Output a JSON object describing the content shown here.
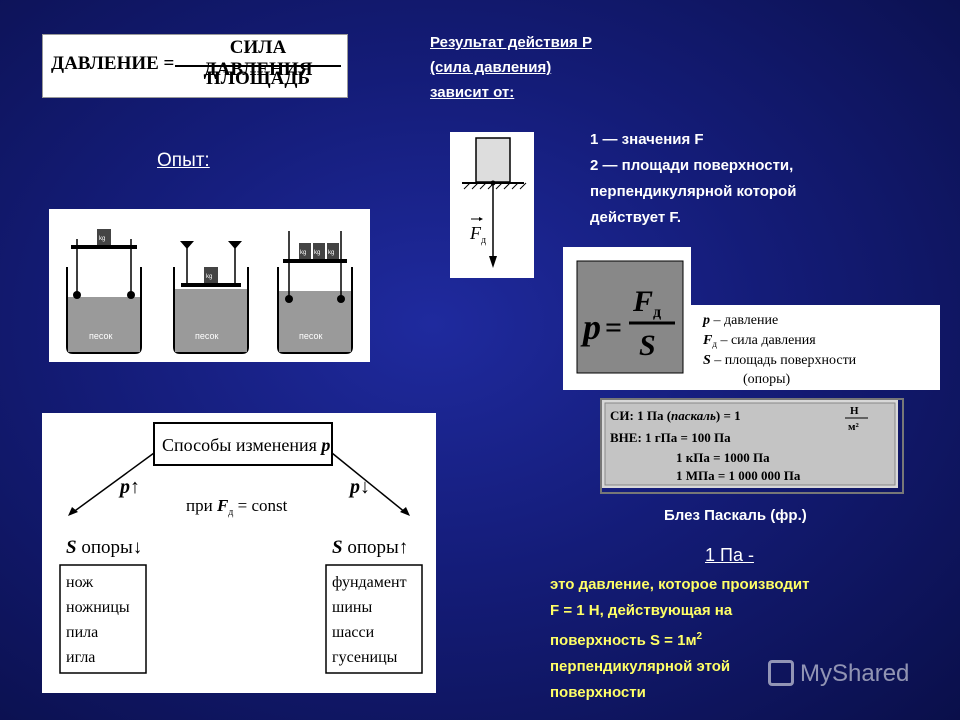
{
  "formula_words": {
    "lhs": "ДАВЛЕНИЕ =",
    "numerator": "СИЛА ДАВЛЕНИЯ",
    "denominator": "ПЛОЩАДЬ"
  },
  "result": {
    "line1": "Результат действия P",
    "line2": "(сила давления)",
    "line3": "зависит от:"
  },
  "experiment_label": "Опыт:",
  "experiment_fig": {
    "weight_label": "kg",
    "sand_label": "песок"
  },
  "weight_fig": {
    "force_label": "F",
    "force_sub": "д"
  },
  "depends": {
    "item1": "1 — значения F",
    "item2": "2 — площади поверхности,",
    "item3": "перпендикулярной которой",
    "item4": "действует F."
  },
  "pressure_formula": {
    "p": "p",
    "eq": "=",
    "F": "F",
    "F_sub": "д",
    "S": "S",
    "legend": [
      {
        "sym": "p",
        "sub": "",
        "text": " – давление"
      },
      {
        "sym": "F",
        "sub": "д",
        "text": " – сила давления"
      },
      {
        "sym": "S",
        "sub": "",
        "text": " – площадь поверхности"
      }
    ],
    "legend_tail": "(опоры)"
  },
  "units": {
    "si_prefix": "СИ: 1 Па (",
    "si_italic": "паскаль",
    "si_suffix": ") = 1",
    "si_frac_num": "Н",
    "si_frac_den": "м²",
    "rows": [
      "ВНЕ: 1 гПа = 100 Па",
      "1 кПа = 1000 Па",
      "1 МПа = 1 000 000 Па"
    ]
  },
  "pascal_name": "Блез Паскаль (фр.)",
  "pa_def": {
    "title": "1 Па -",
    "line1": "это давление, которое производит",
    "line2": "F = 1 Н, действующая  на",
    "line3_prefix": "поверхность  S = 1м",
    "line3_sup": "2",
    "line4": "перпендикулярной этой",
    "line5": "поверхности"
  },
  "methods": {
    "title": "Способы изменения ",
    "title_var": "p",
    "p_up": "p↑",
    "p_down": "p↓",
    "const_prefix": "при ",
    "const_var": "F",
    "const_sub": "д",
    "const_suffix": " = const",
    "left_head_var": "S",
    "left_head": " опоры↓",
    "right_head_var": "S",
    "right_head": " опоры↑",
    "left_items": [
      "нож",
      "ножницы",
      "пила",
      "игла"
    ],
    "right_items": [
      "фундамент",
      "шины",
      "шасси",
      "гусеницы"
    ]
  },
  "watermark": "MyShared"
}
